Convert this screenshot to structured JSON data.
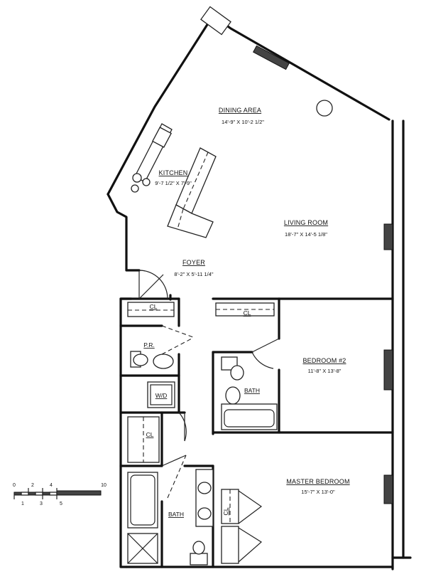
{
  "rooms": {
    "dining_name": "DINING AREA",
    "dining_dim": "14'-9\" X 10'-2 1/2\"",
    "kitchen_name": "KITCHEN",
    "kitchen_dim": "9'-7 1/2\" X 7'-9\"",
    "living_name": "LIVING ROOM",
    "living_dim": "18'-7\" X 14'-5 1/8\"",
    "foyer_name": "FOYER",
    "foyer_dim": "8'-2\" X 5'-11 1/4\"",
    "bedroom2_name": "BEDROOM #2",
    "bedroom2_dim": "11'-8\" X 13'-8\"",
    "master_name": "MASTER BEDROOM",
    "master_dim": "15'-7\" X 13'-0\"",
    "bath_upper": "BATH",
    "bath_lower": "BATH",
    "closet_foyer_left": "CL",
    "closet_foyer_right": "CL",
    "closet_hall": "CL",
    "closet_master": "CL",
    "powder": "P.R.",
    "washer_dryer": "W/D"
  },
  "scale": {
    "t0": "0",
    "t1": "1",
    "t2": "2",
    "t3": "3",
    "t4": "4",
    "t5": "5",
    "t10": "10"
  }
}
